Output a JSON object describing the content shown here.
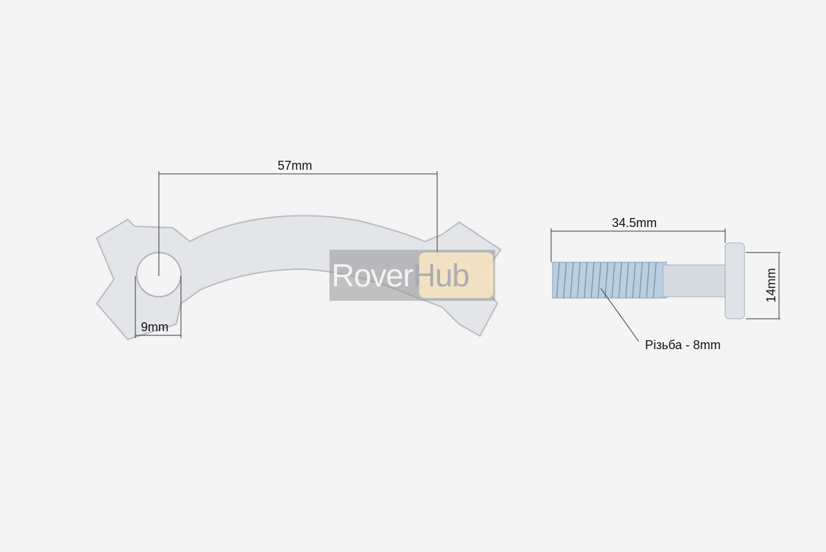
{
  "dimensions": {
    "plate_hole_spacing": "57mm",
    "plate_hole_diameter": "9mm",
    "bolt_length": "34.5mm",
    "bolt_head": "14mm",
    "bolt_thread": "Різьба - 8mm"
  },
  "watermark": {
    "part1": "Rover",
    "part2": "Hub"
  }
}
